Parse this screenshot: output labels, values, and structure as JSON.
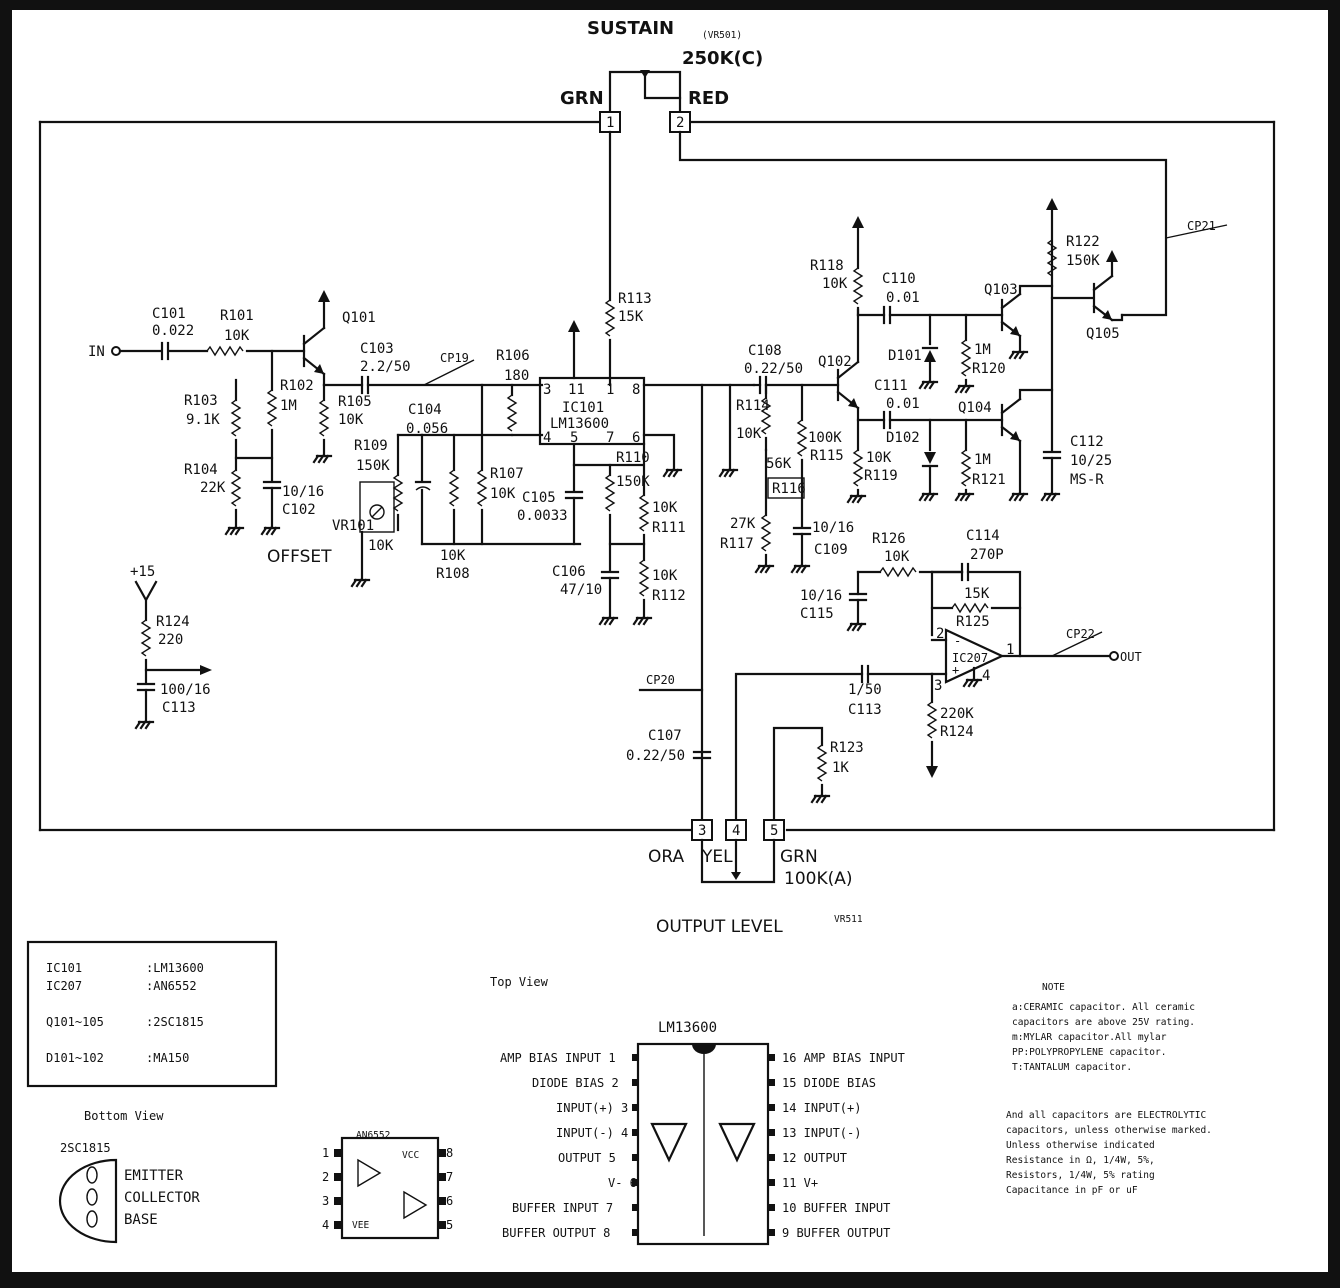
{
  "sustain": {
    "title": "SUSTAIN",
    "ref": "(VR501)",
    "value": "250K(C)",
    "grn": "GRN",
    "red": "RED",
    "pin1": "1",
    "pin2": "2"
  },
  "output_pot": {
    "ora": "ORA",
    "yel": "YEL",
    "grn": "GRN",
    "value": "100K(A)",
    "title": "OUTPUT LEVEL",
    "ref": "VR511",
    "pin3": "3",
    "pin4": "4",
    "pin5": "5"
  },
  "io": {
    "in": "IN",
    "out": "OUT"
  },
  "test_points": {
    "cp19": "CP19",
    "cp20": "CP20",
    "cp21": "CP21",
    "cp22": "CP22"
  },
  "supply": {
    "label": "+15"
  },
  "components": {
    "c101": {
      "ref": "C101",
      "val": "0.022"
    },
    "r101": {
      "ref": "R101",
      "val": "10K"
    },
    "q101": {
      "ref": "Q101"
    },
    "r102": {
      "ref": "R102",
      "val": "1M"
    },
    "r103": {
      "ref": "R103",
      "val": "9.1K"
    },
    "r104": {
      "ref": "R104",
      "val": "22K"
    },
    "c102": {
      "ref": "C102",
      "val": "10/16"
    },
    "vr101": {
      "ref": "VR101",
      "val": "10K",
      "name": "OFFSET"
    },
    "c103": {
      "ref": "C103",
      "val": "2.2/50"
    },
    "r105": {
      "ref": "R105",
      "val": "10K"
    },
    "r109": {
      "ref": "R109",
      "val": "150K"
    },
    "c104": {
      "ref": "C104",
      "val": "0.056"
    },
    "r106": {
      "ref": "R106",
      "val": "180"
    },
    "r107": {
      "ref": "R107",
      "val": "10K"
    },
    "r108": {
      "ref": "R108",
      "val": "10K"
    },
    "ic101": {
      "ref": "IC101",
      "part": "LM13600",
      "p3": "3",
      "p11": "11",
      "p1": "1",
      "p8": "8",
      "p4": "4",
      "p5": "5",
      "p7": "7",
      "p6": "6"
    },
    "r113": {
      "ref": "R113",
      "val": "15K"
    },
    "c105": {
      "ref": "C105",
      "val": "0.0033"
    },
    "r110": {
      "ref": "R110",
      "val": "150K"
    },
    "r111": {
      "ref": "R111",
      "val": "10K"
    },
    "c106": {
      "ref": "C106",
      "val": "47/10"
    },
    "r112": {
      "ref": "R112",
      "val": "10K"
    },
    "c108": {
      "ref": "C108",
      "val": "0.22/50"
    },
    "r114": {
      "ref": "R114",
      "val": "10K"
    },
    "r116": {
      "ref": "R116",
      "val": "56K"
    },
    "r117": {
      "ref": "R117",
      "val": "27K"
    },
    "r115": {
      "ref": "R115",
      "val": "100K"
    },
    "c109": {
      "ref": "C109",
      "val": "10/16"
    },
    "q102": {
      "ref": "Q102"
    },
    "r118": {
      "ref": "R118",
      "val": "10K"
    },
    "r119": {
      "ref": "R119",
      "val": "10K"
    },
    "c110": {
      "ref": "C110",
      "val": "0.01"
    },
    "c111": {
      "ref": "C111",
      "val": "0.01"
    },
    "d101": {
      "ref": "D101"
    },
    "d102": {
      "ref": "D102"
    },
    "r120": {
      "ref": "R120",
      "val": "1M"
    },
    "r121": {
      "ref": "R121",
      "val": "1M"
    },
    "q103": {
      "ref": "Q103"
    },
    "q104": {
      "ref": "Q104"
    },
    "q105": {
      "ref": "Q105"
    },
    "r122": {
      "ref": "R122",
      "val": "150K"
    },
    "c112": {
      "ref": "C112",
      "val": "10/25",
      "type": "MS-R"
    },
    "r126": {
      "ref": "R126",
      "val": "10K"
    },
    "c114": {
      "ref": "C114",
      "val": "270P"
    },
    "r125": {
      "ref": "R125",
      "val": "15K"
    },
    "c115": {
      "ref": "C115",
      "val": "10/16"
    },
    "ic207": {
      "ref": "IC207",
      "p1": "1",
      "p2": "2",
      "p3": "3",
      "p4": "4"
    },
    "c113b": {
      "ref": "C113",
      "val": "1/50"
    },
    "r124b": {
      "ref": "R124",
      "val": "220K"
    },
    "c107": {
      "ref": "C107",
      "val": "0.22/50"
    },
    "r123": {
      "ref": "R123",
      "val": "1K"
    },
    "r124": {
      "ref": "R124",
      "val": "220"
    },
    "c113": {
      "ref": "C113",
      "val": "100/16"
    }
  },
  "parts_table": [
    {
      "ref": "IC101",
      "part": ":LM13600"
    },
    {
      "ref": "IC207",
      "part": ":AN6552"
    },
    {
      "ref": "Q101~105",
      "part": ":2SC1815"
    },
    {
      "ref": "D101~102",
      "part": ":MA150"
    }
  ],
  "bottom_view": {
    "title": "Bottom View",
    "part": "2SC1815",
    "pins": [
      "EMITTER",
      "COLLECTOR",
      "BASE"
    ]
  },
  "an6552": {
    "name": "AN6552",
    "vcc": "VCC",
    "vee": "VEE",
    "left_pins": [
      "1",
      "2",
      "3",
      "4"
    ],
    "right_pins": [
      "8",
      "7",
      "6",
      "5"
    ]
  },
  "top_view": {
    "title": "Top View"
  },
  "lm13600": {
    "name": "LM13600",
    "left": [
      "AMP BIAS INPUT 1",
      "DIODE BIAS 2",
      "INPUT(+) 3",
      "INPUT(-) 4",
      "OUTPUT 5",
      "V- 6",
      "BUFFER INPUT 7",
      "BUFFER OUTPUT 8"
    ],
    "right": [
      "16 AMP BIAS INPUT",
      "15 DIODE BIAS",
      "14 INPUT(+)",
      "13 INPUT(-)",
      "12 OUTPUT",
      "11 V+",
      "10 BUFFER INPUT",
      "9 BUFFER OUTPUT"
    ]
  },
  "notes": {
    "title": "NOTE",
    "lines": [
      "a:CERAMIC capacitor. All ceramic",
      "  capacitors are above 25V rating.",
      "m:MYLAR capacitor.All mylar",
      "PP:POLYPROPYLENE capacitor.",
      "  T:TANTALUM capacitor."
    ],
    "lines2": [
      "And all capacitors are ELECTROLYTIC",
      "capacitors, unless otherwise marked.",
      "Unless otherwise indicated",
      "Resistance in Ω, 1/4W, 5%,",
      "Resistors, 1/4W, 5% rating",
      "Capacitance in pF or uF"
    ]
  }
}
